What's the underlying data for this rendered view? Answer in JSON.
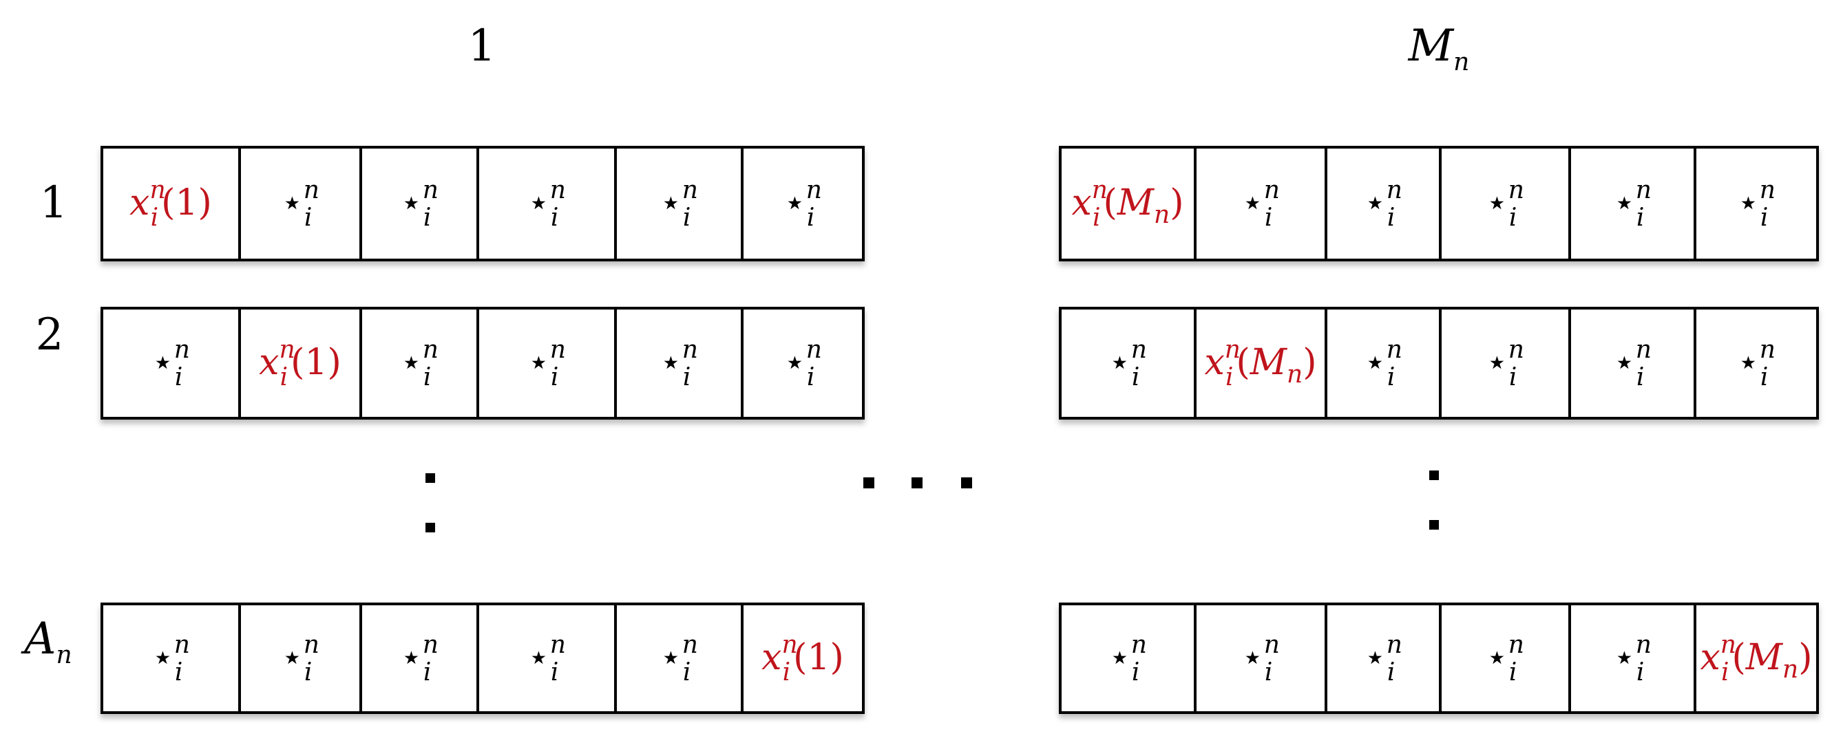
{
  "headers": {
    "left": "1",
    "right_base": "M",
    "right_sub": "n"
  },
  "rows": [
    {
      "label": "1",
      "label_base": "1",
      "label_sub": "",
      "left_cells": [
        "x",
        "*",
        "*",
        "*",
        "*",
        "*"
      ],
      "right_cells": [
        "x",
        "*",
        "*",
        "*",
        "*",
        "*"
      ]
    },
    {
      "label": "2",
      "label_base": "2",
      "label_sub": "",
      "left_cells": [
        "*",
        "x",
        "*",
        "*",
        "*",
        "*"
      ],
      "right_cells": [
        "*",
        "x",
        "*",
        "*",
        "*",
        "*"
      ]
    },
    {
      "label": "A_n",
      "label_base": "A",
      "label_sub": "n",
      "left_cells": [
        "*",
        "*",
        "*",
        "*",
        "*",
        "x"
      ],
      "right_cells": [
        "*",
        "*",
        "*",
        "*",
        "*",
        "x"
      ]
    }
  ],
  "cell_text": {
    "star_symbol": "⋆",
    "star_sup": "n",
    "star_sub": "i",
    "x_base": "x",
    "x_sup": "n",
    "x_sub": "i",
    "left_x_arg": "(1)",
    "right_x_arg_open": "(",
    "right_x_arg_base": "M",
    "right_x_arg_sub": "n",
    "right_x_arg_close": ")"
  },
  "ellipses": {
    "horizontal": "…",
    "vertical": "⋮"
  },
  "colors": {
    "highlight": "#c0141c",
    "text": "#000000",
    "grid": "#000000"
  }
}
